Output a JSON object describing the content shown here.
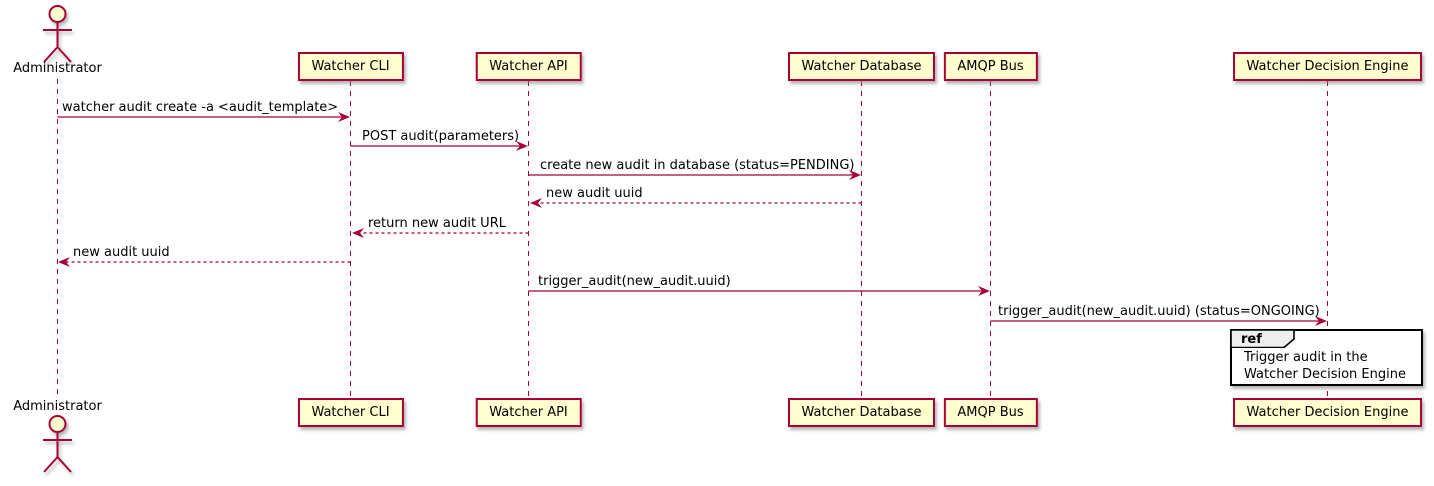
{
  "actor": {
    "label": "Administrator"
  },
  "participants": [
    {
      "label": "Watcher CLI"
    },
    {
      "label": "Watcher API"
    },
    {
      "label": "Watcher Database"
    },
    {
      "label": "AMQP Bus"
    },
    {
      "label": "Watcher Decision Engine"
    }
  ],
  "messages": [
    {
      "from": "Administrator",
      "to": "Watcher CLI",
      "label": "watcher audit create -a <audit_template>",
      "style": "solid"
    },
    {
      "from": "Watcher CLI",
      "to": "Watcher API",
      "label": "POST audit(parameters)",
      "style": "solid"
    },
    {
      "from": "Watcher API",
      "to": "Watcher Database",
      "label": "create new audit in database (status=PENDING)",
      "style": "solid"
    },
    {
      "from": "Watcher Database",
      "to": "Watcher API",
      "label": "new audit uuid",
      "style": "dashed"
    },
    {
      "from": "Watcher API",
      "to": "Watcher CLI",
      "label": "return new audit URL",
      "style": "dashed"
    },
    {
      "from": "Watcher CLI",
      "to": "Administrator",
      "label": "new audit uuid",
      "style": "dashed"
    },
    {
      "from": "Watcher API",
      "to": "AMQP Bus",
      "label": "trigger_audit(new_audit.uuid)",
      "style": "solid"
    },
    {
      "from": "AMQP Bus",
      "to": "Watcher Decision Engine",
      "label": "trigger_audit(new_audit.uuid) (status=ONGOING)",
      "style": "solid"
    }
  ],
  "ref_box": {
    "keyword": "ref",
    "line1": "Trigger audit in the",
    "line2": "Watcher Decision Engine"
  },
  "colors": {
    "accent": "#A80036",
    "participant_fill": "#FEFECE",
    "ref_header_fill": "#EEEEEE",
    "text": "#000000"
  }
}
